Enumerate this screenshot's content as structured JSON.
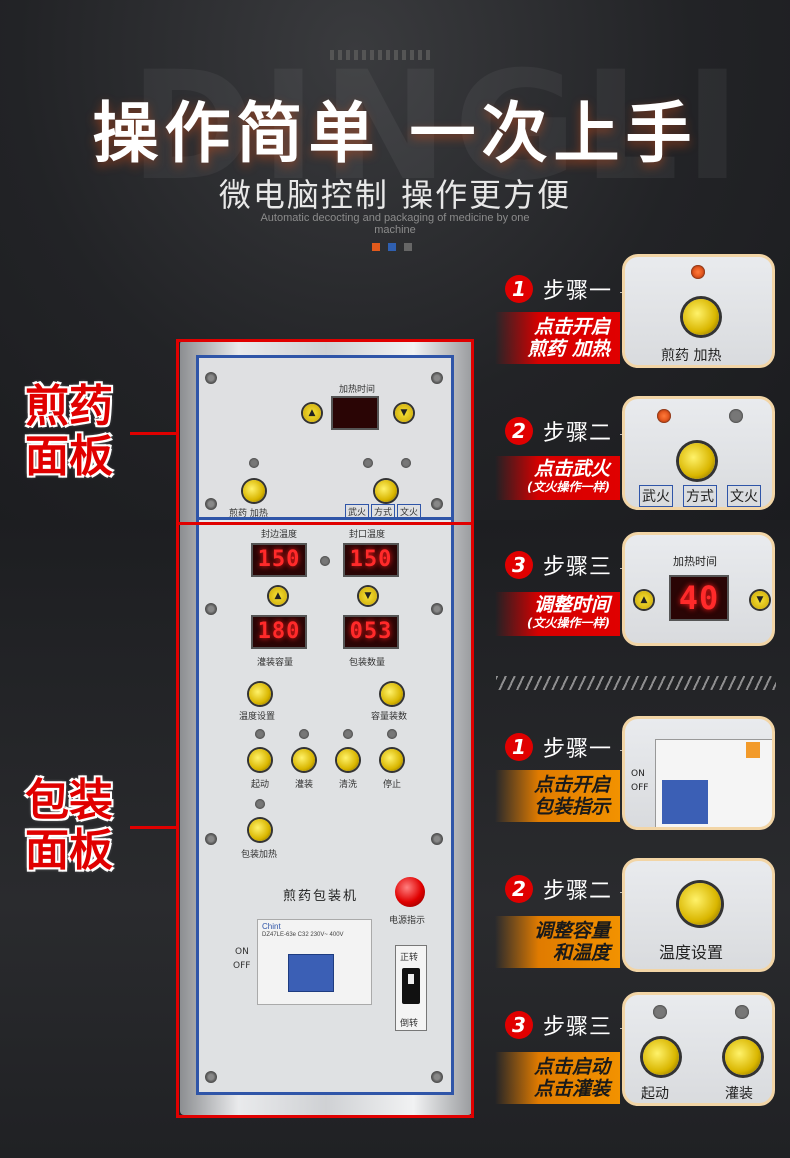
{
  "header": {
    "watermark": "DINGLI",
    "title": "操作简单  一次上手",
    "subtitle": "微电脑控制 操作更方便",
    "english": "Automatic decocting and packaging of medicine by one machine",
    "dot_colors": [
      "#e25a1c",
      "#2f5fb0",
      "#666666"
    ]
  },
  "panel_labels": {
    "decoct": "煎药\n面板",
    "pack": "包装\n面板"
  },
  "decoct_panel": {
    "time_label": "加热时间",
    "btn_label": "煎药 加热",
    "mode_labels": [
      "武火",
      "方式",
      "文火"
    ]
  },
  "pack_panel": {
    "temp_labels": [
      "封边温度",
      "封口温度"
    ],
    "temp_values": [
      "150",
      "150"
    ],
    "bottom_values": [
      "180",
      "053"
    ],
    "bottom_labels": [
      "灌装容量",
      "包装数量"
    ],
    "setting_labels": [
      "温度设置",
      "容量装数"
    ],
    "controls": [
      "起动",
      "灌装",
      "清洗",
      "停止"
    ],
    "pack_heat": "包装加热",
    "machine_name": "煎药包装机",
    "power_label": "电源指示",
    "on": "ON",
    "off": "OFF",
    "breaker_brand": "Chint",
    "breaker_spec": "DZ47LE-63e C32 230V~ 400V",
    "rocker_top": "正转",
    "rocker_bottom": "倒转"
  },
  "steps": [
    {
      "num": "1",
      "title": "步骤一",
      "banner": "点击开启\n煎药 加热",
      "sub": "",
      "style": "red",
      "thumb": {
        "label": "煎药 加热"
      }
    },
    {
      "num": "2",
      "title": "步骤二",
      "banner": "点击武火",
      "sub": "(文火操作一样)",
      "style": "red",
      "thumb": {
        "labels": [
          "武火",
          "方式",
          "文火"
        ]
      }
    },
    {
      "num": "3",
      "title": "步骤三",
      "banner": "调整时间",
      "sub": "(文火操作一样)",
      "style": "red",
      "thumb": {
        "label": "加热时间",
        "value": "40"
      }
    },
    {
      "num": "1",
      "title": "步骤一",
      "banner": "点击开启\n包装指示",
      "sub": "",
      "style": "orange",
      "thumb": {
        "on": "ON",
        "off": "OFF"
      }
    },
    {
      "num": "2",
      "title": "步骤二",
      "banner": "调整容量\n和温度",
      "sub": "",
      "style": "orange",
      "thumb": {
        "label": "温度设置"
      }
    },
    {
      "num": "3",
      "title": "步骤三",
      "banner": "点击启动\n点击灌装",
      "sub": "",
      "style": "orange",
      "thumb": {
        "labels": [
          "起动",
          "灌装"
        ]
      }
    }
  ]
}
